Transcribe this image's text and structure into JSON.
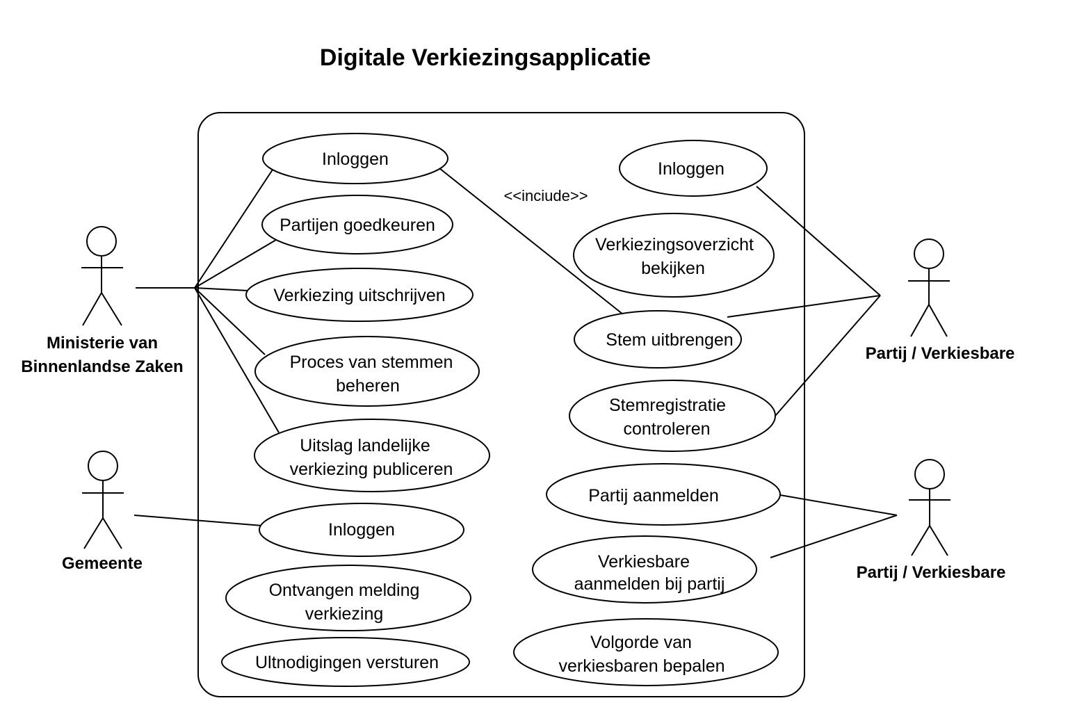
{
  "title": "Digitale Verkiezingsapplicatie",
  "colors": {
    "stroke": "#000000",
    "background": "#ffffff"
  },
  "actors": {
    "ministerie": {
      "line1": "Ministerie van",
      "line2": "Binnenlandse Zaken"
    },
    "gemeente": {
      "line1": "Gemeente"
    },
    "partij_1": {
      "line1": "Partij / Verkiesbare"
    },
    "partij_2": {
      "line1": "Partij / Verkiesbare"
    }
  },
  "use_cases": {
    "bzk_inloggen": {
      "line1": "Inloggen"
    },
    "partijen_goedkeuren": {
      "line1": "Partijen goedkeuren"
    },
    "verkiezing_uitschrijven": {
      "line1": "Verkiezing uitschrijven"
    },
    "proces_beheren": {
      "line1": "Proces van stemmen",
      "line2": "beheren"
    },
    "uitslag_publiceren": {
      "line1": "Uitslag landelijke",
      "line2": "verkiezing publiceren"
    },
    "gemeente_inloggen": {
      "line1": "Inloggen"
    },
    "ontvangen_melding": {
      "line1": "Ontvangen melding",
      "line2": "verkiezing"
    },
    "uitnodigingen_versturen": {
      "line1": "Ultnodigingen versturen"
    },
    "partij_inloggen": {
      "line1": "Inloggen"
    },
    "verkiezingsoverzicht": {
      "line1": "Verkiezingsoverzicht",
      "line2": "bekijken"
    },
    "stem_uitbrengen": {
      "line1": "Stem uitbrengen"
    },
    "stemregistratie": {
      "line1": "Stemregistratie",
      "line2": "controleren"
    },
    "partij_aanmelden": {
      "line1": "Partij aanmelden"
    },
    "verkiesbare_aanmelden": {
      "line1": "Verkiesbare",
      "line2": "aanmelden bij partij"
    },
    "volgorde_bepalen": {
      "line1": "Volgorde van",
      "line2": "verkiesbaren bepalen"
    }
  },
  "stereotype": "<<inciude>>"
}
